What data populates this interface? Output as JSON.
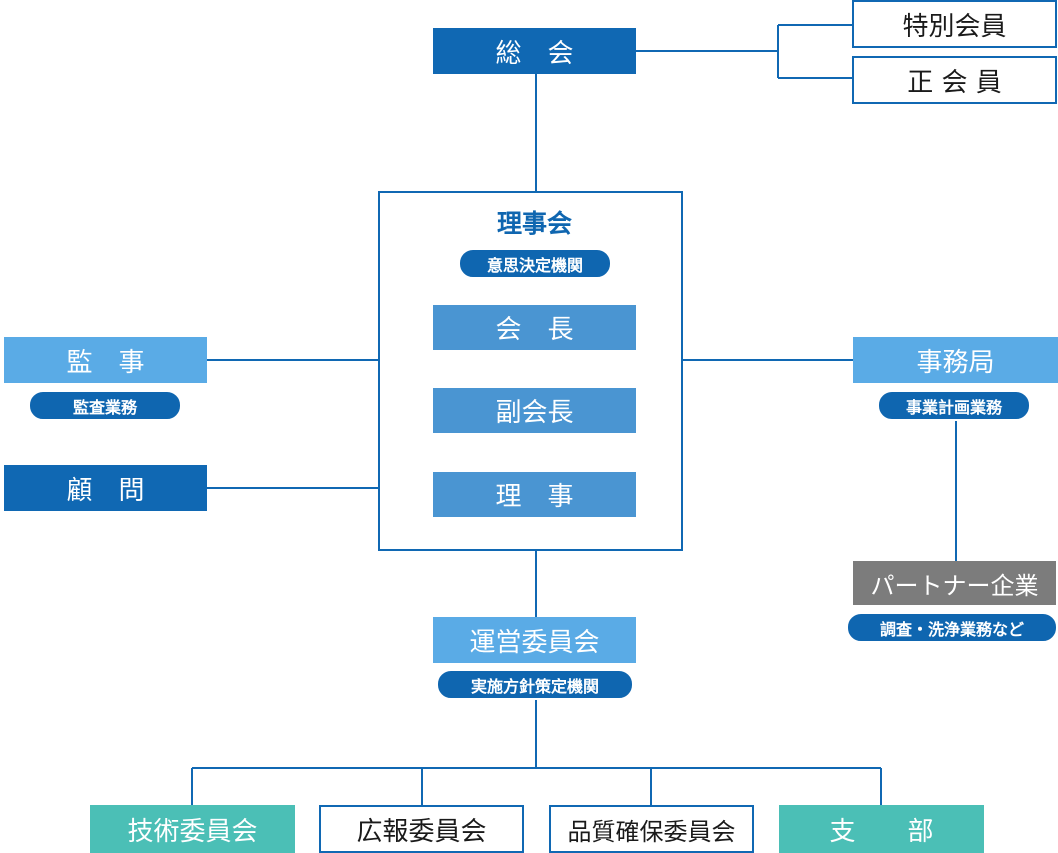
{
  "colors": {
    "dark_blue": "#1068b3",
    "mid_blue": "#4a95d2",
    "light_blue": "#5aabe6",
    "teal": "#4bbfb6",
    "gray": "#7c7c7c",
    "line": "#1068b3"
  },
  "general_meeting": {
    "label": "総　会"
  },
  "member_types": [
    {
      "label": "特別会員"
    },
    {
      "label": "正 会 員"
    }
  ],
  "board": {
    "title": "理事会",
    "badge": "意思決定機関",
    "roles": [
      {
        "label": "会　長"
      },
      {
        "label": "副会長"
      },
      {
        "label": "理　事"
      }
    ]
  },
  "auditor": {
    "label": "監　事",
    "badge": "監査業務"
  },
  "advisor": {
    "label": "顧　問"
  },
  "secretariat": {
    "label": "事務局",
    "badge": "事業計画業務"
  },
  "partner": {
    "label": "パートナー企業",
    "badge": "調査・洗浄業務など"
  },
  "steering": {
    "label": "運営委員会",
    "badge": "実施方針策定機関"
  },
  "committees": [
    {
      "label": "技術委員会"
    },
    {
      "label": "広報委員会"
    },
    {
      "label": "品質確保委員会"
    },
    {
      "label": "支　　部"
    }
  ]
}
